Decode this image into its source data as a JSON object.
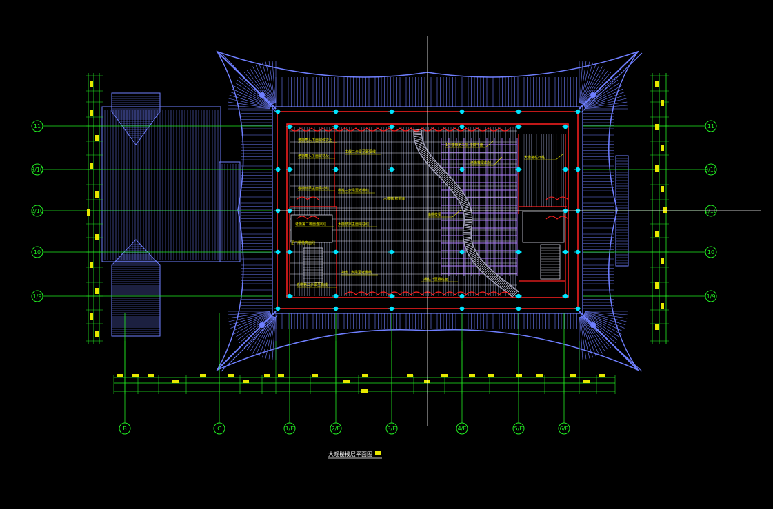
{
  "drawing": {
    "title": "大观楼楼层平面图",
    "colors": {
      "background": "#000000",
      "grid_axis": "#22ee22",
      "roof": "#6f7fff",
      "wall": "#ff2020",
      "column": "#00e5ff",
      "annotation": "#e8e800",
      "crosshair": "#ffffff"
    }
  },
  "axes": {
    "rows": [
      {
        "label": "11"
      },
      {
        "label": "9/10"
      },
      {
        "label": "2/10"
      },
      {
        "label": "10"
      },
      {
        "label": "1/9"
      }
    ],
    "columns": [
      {
        "label": "B"
      },
      {
        "label": "C"
      },
      {
        "label": "1/E"
      },
      {
        "label": "2/E"
      },
      {
        "label": "3/E"
      },
      {
        "label": "4/E"
      },
      {
        "label": "5/E"
      },
      {
        "label": "6/E"
      }
    ]
  },
  "annotations": [
    "老檐角头下面梁依次上",
    "由戗三步梁至距梁线",
    "老檐角头子面梁枋及",
    "卷檐枝梁主面梁枋线",
    "檐柱三步梁至老檐线",
    "老檐第二檐面连梁线",
    "大檐枝梁主面梁柱线",
    "沿飞檐柱高面线",
    "由戗二步梁至老檐线",
    "老檐第二步梁至檐线",
    "老檐枝梁由戗",
    "由檐枝梁",
    "大檐格栏杆柱",
    "木楼梯 枋侧面",
    "1号楼梯第二层 楼梯平面",
    "飞檐柱 3至檐柱面"
  ]
}
